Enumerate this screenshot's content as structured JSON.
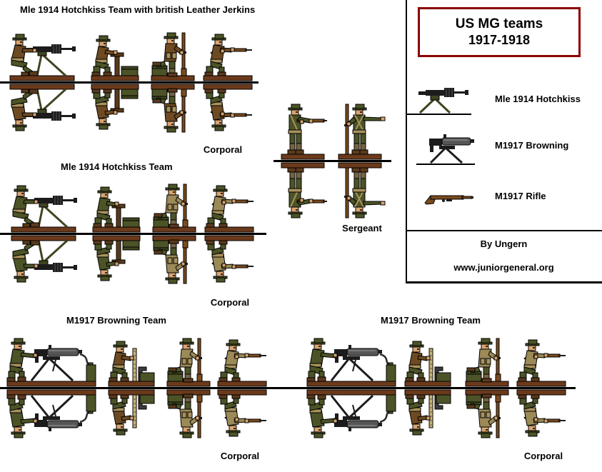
{
  "sheet": {
    "background": "#ffffff",
    "groups": [
      {
        "title": "Mle 1914 Hotchkiss Team  with british Leather Jerkins",
        "rank": "Corporal",
        "figures": [
          "hotchkiss-gunner",
          "ammo-loader",
          "ammo-carrier",
          "kneeling-rifleman"
        ]
      },
      {
        "title": "Mle 1914 Hotchkiss Team",
        "rank": "Corporal",
        "figures": [
          "hotchkiss-gunner",
          "ammo-loader",
          "ammo-carrier",
          "kneeling-rifleman"
        ]
      },
      {
        "title": "",
        "rank": "Sergeant",
        "figures": [
          "sergeant-aiming-rifle",
          "sergeant-pointing"
        ]
      },
      {
        "title": "M1917 Browning Team",
        "rank": "Corporal",
        "figures": [
          "browning-gunner",
          "belt-loader",
          "ammo-carrier",
          "kneeling-rifleman"
        ]
      },
      {
        "title": "M1917 Browning Team",
        "rank": "Corporal",
        "figures": [
          "browning-gunner",
          "belt-loader",
          "ammo-carrier",
          "kneeling-rifleman"
        ]
      }
    ]
  },
  "panel": {
    "title_line1": "US MG teams",
    "title_line2": "1917-1918",
    "legend": [
      {
        "icon": "hotchkiss-mg-icon",
        "label": "Mle 1914 Hotchkiss"
      },
      {
        "icon": "browning-mg-icon",
        "label": "M1917 Browning"
      },
      {
        "icon": "rifle-icon",
        "label": "M1917 Rifle"
      }
    ],
    "credit": "By Ungern",
    "website": "www.juniorgeneral.org"
  },
  "colors": {
    "title_box_border": "#8b0000",
    "text": "#000000",
    "uniform_olive": "#4c5427",
    "leather_jerkin_brown": "#6e4a22",
    "webbing_tan": "#9c8a57",
    "base_brown": "#6b3a1b",
    "gunmetal": "#1c1c1c",
    "browning_gray": "#565656",
    "rifle_wood": "#7a4a1e",
    "skin": "#d9a470"
  }
}
